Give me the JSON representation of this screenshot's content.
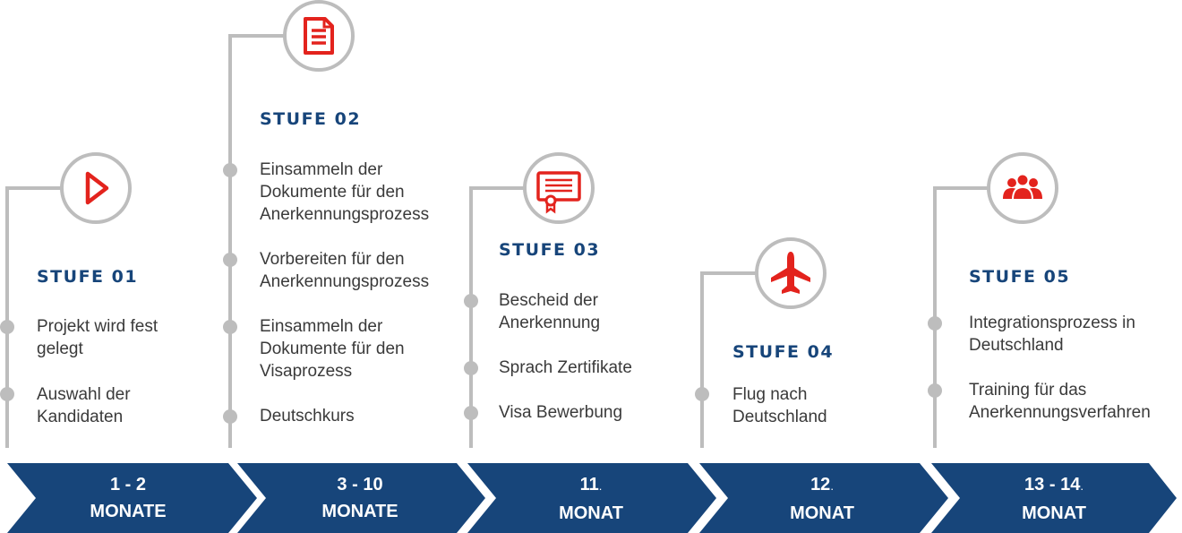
{
  "colors": {
    "navy": "#17457a",
    "red": "#e3231d",
    "line_grey": "#bdbdbd",
    "text": "#3a3a3a"
  },
  "stages": [
    {
      "icon": "play-icon",
      "title": "STUFE 01",
      "items": [
        "Projekt wird fest\ngelegt",
        "Auswahl der\nKandidaten"
      ],
      "period_number": "1 - 2",
      "period_unit": "MONATE"
    },
    {
      "icon": "document-icon",
      "title": "STUFE 02",
      "items": [
        "Einsammeln der\nDokumente für den\nAnerkennungsprozess",
        "Vorbereiten für den\nAnerkennungsprozess",
        "Einsammeln der\nDokumente für den\nVisaprozess",
        "Deutschkurs"
      ],
      "period_number": "3 - 10",
      "period_unit": "MONATE"
    },
    {
      "icon": "certificate-icon",
      "title": "STUFE 03",
      "items": [
        "Bescheid der\nAnerkennung",
        "Sprach Zertifikate",
        "Visa Bewerbung"
      ],
      "period_number": "11",
      "period_unit": "MONAT"
    },
    {
      "icon": "airplane-icon",
      "title": "STUFE 04",
      "items": [
        "Flug nach\nDeutschland"
      ],
      "period_number": "12",
      "period_unit": "MONAT"
    },
    {
      "icon": "group-icon",
      "title": "STUFE 05",
      "items": [
        "Integrationsprozess in\nDeutschland",
        "Training für das\nAnerkennungsverfahren"
      ],
      "period_number": "13 - 14",
      "period_unit": "MONAT"
    }
  ]
}
